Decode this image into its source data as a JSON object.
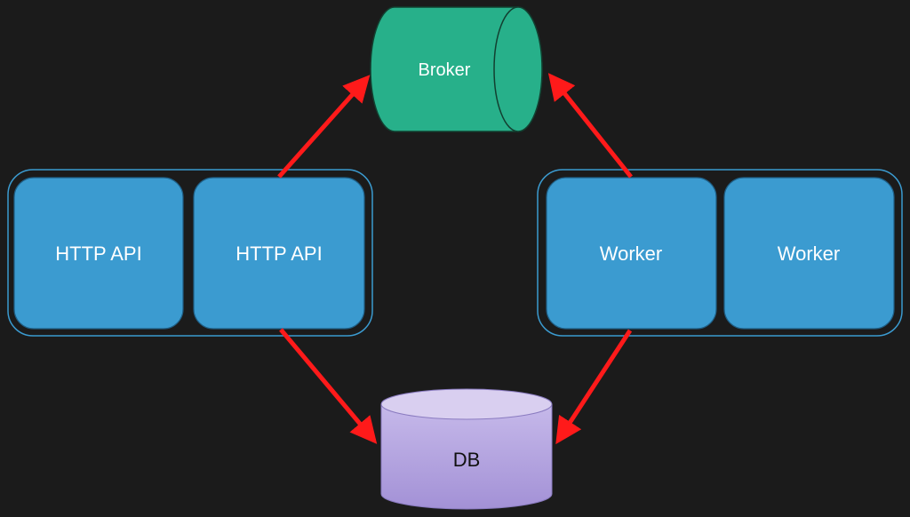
{
  "nodes": {
    "broker": {
      "label": "Broker"
    },
    "db": {
      "label": "DB"
    },
    "api_group": {
      "items": [
        {
          "label": "HTTP API"
        },
        {
          "label": "HTTP API"
        }
      ]
    },
    "worker_group": {
      "items": [
        {
          "label": "Worker"
        },
        {
          "label": "Worker"
        }
      ]
    }
  },
  "colors": {
    "background": "#1b1b1b",
    "service_box": "#3b9bd0",
    "service_border": "#1f5f86",
    "group_outline": "#3b9bd0",
    "broker_fill": "#27b08a",
    "broker_stroke": "#123f30",
    "db_fill": "#b3a3dd",
    "db_top": "#d9cff0",
    "arrow": "#ff1a1a"
  },
  "connections": [
    {
      "from": "http-api-2",
      "to": "broker"
    },
    {
      "from": "worker-1",
      "to": "broker"
    },
    {
      "from": "http-api-2",
      "to": "db"
    },
    {
      "from": "worker-1",
      "to": "db"
    }
  ]
}
